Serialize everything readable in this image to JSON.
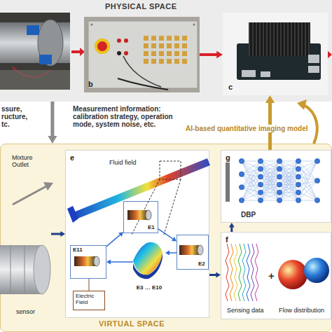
{
  "diagram": {
    "nodes": [
      {
        "text": [
          "PHYSICAL SPACE"
        ]
      },
      {
        "text": [
          "b"
        ],
        "in": 0
      },
      {
        "text": [
          "c"
        ],
        "in": 0
      },
      {
        "text": [
          "VIRTUAL SPACE"
        ]
      },
      {
        "text": [
          "Mixture Outlet",
          "sensor"
        ],
        "in": 3
      },
      {
        "text": [
          "e",
          "Fluid field"
        ],
        "in": 3
      },
      {
        "text": [
          "E1"
        ],
        "in": 5
      },
      {
        "text": [
          "E2"
        ],
        "in": 5
      },
      {
        "text": [
          "E3 … E10"
        ],
        "in": 5
      },
      {
        "text": [
          "E11"
        ],
        "in": 5
      },
      {
        "text": [
          "Electric Field"
        ],
        "in": 5
      },
      {
        "text": [
          "g",
          "DBP"
        ],
        "in": 3
      },
      {
        "text": [
          "f",
          "Sensing data",
          "+",
          "Flow distribution"
        ],
        "in": 3
      }
    ],
    "edges": [
      {
        "from": 1,
        "to": 2,
        "arrow": "to"
      },
      {
        "from": 0,
        "to": 3,
        "arrow": "to"
      },
      {
        "from": 11,
        "to": 2,
        "arrow": "to",
        "label": "AI-based quantitative imaging model"
      },
      {
        "from": 4,
        "to": 5,
        "arrow": "to"
      },
      {
        "from": 5,
        "to": 12,
        "arrow": "to"
      },
      {
        "from": 12,
        "to": 11,
        "arrow": "to"
      },
      {
        "from": 6,
        "to": 7,
        "arrow": "to"
      },
      {
        "from": 7,
        "to": 8,
        "arrow": "to"
      },
      {
        "from": 8,
        "to": 9,
        "arrow": "to"
      },
      {
        "from": 9,
        "to": 6,
        "arrow": "to"
      },
      {
        "from": 10,
        "to": 9,
        "arrow": "none"
      }
    ],
    "labels": [
      "ssure, ructure, tc.",
      "Measurement information: calibration strategy, operation mode, system noise, etc."
    ]
  }
}
